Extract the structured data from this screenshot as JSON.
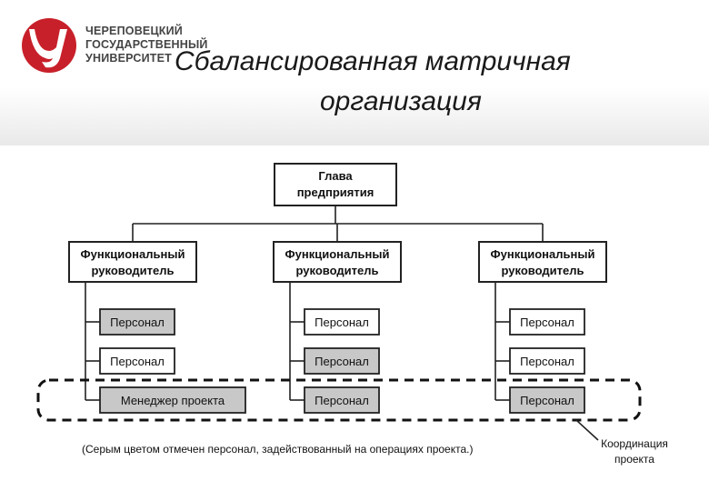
{
  "header": {
    "logo_lines": [
      "ЧЕРЕПОВЕЦКИЙ",
      "ГОСУДАРСТВЕННЫЙ",
      "УНИВЕРСИТЕТ"
    ],
    "title_line1": "Сбалансированная матричная",
    "title_line2": "организация"
  },
  "diagram": {
    "head": [
      "Глава",
      "предприятия"
    ],
    "columns": [
      {
        "manager": [
          "Функциональный",
          "руководитель"
        ],
        "staff": [
          {
            "label": "Персонал",
            "gray": true
          },
          {
            "label": "Персонал",
            "gray": false
          },
          {
            "label": "Менеджер проекта",
            "gray": true
          }
        ]
      },
      {
        "manager": [
          "Функциональный",
          "руководитель"
        ],
        "staff": [
          {
            "label": "Персонал",
            "gray": false
          },
          {
            "label": "Персонал",
            "gray": true
          },
          {
            "label": "Персонал",
            "gray": true
          }
        ]
      },
      {
        "manager": [
          "Функциональный",
          "руководитель"
        ],
        "staff": [
          {
            "label": "Персонал",
            "gray": false
          },
          {
            "label": "Персонал",
            "gray": false
          },
          {
            "label": "Персонал",
            "gray": true
          }
        ]
      }
    ],
    "caption": "(Серым цветом отмечен персонал, задействованный на операциях проекта.)",
    "coordination": [
      "Координация",
      "проекта"
    ]
  },
  "colors": {
    "gray_fill": "#c8c8c8",
    "logo_red": "#c8202a"
  }
}
